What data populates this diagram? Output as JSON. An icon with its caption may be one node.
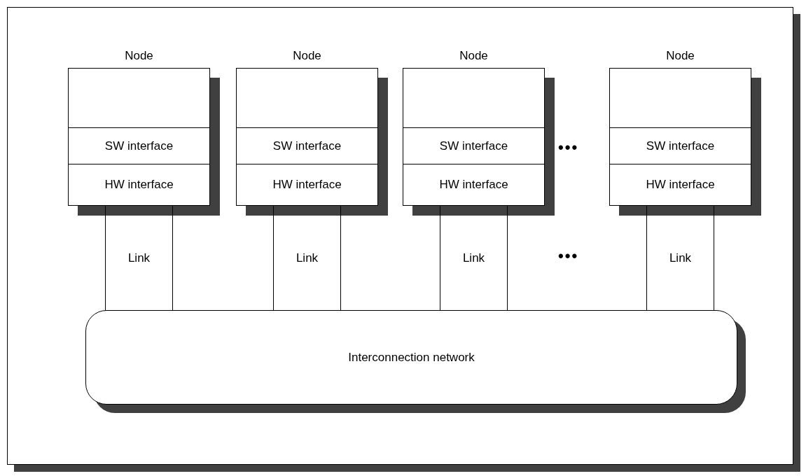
{
  "diagram": {
    "nodes": [
      {
        "text": [
          "Node"
        ]
      },
      {
        "text": [
          "SW interface"
        ],
        "in": 0
      },
      {
        "text": [
          "HW interface"
        ],
        "in": 0
      },
      {
        "text": [
          "Node"
        ]
      },
      {
        "text": [
          "SW interface"
        ],
        "in": 3
      },
      {
        "text": [
          "HW interface"
        ],
        "in": 3
      },
      {
        "text": [
          "Node"
        ]
      },
      {
        "text": [
          "SW interface"
        ],
        "in": 6
      },
      {
        "text": [
          "HW interface"
        ],
        "in": 6
      },
      {
        "text": [
          "Node"
        ]
      },
      {
        "text": [
          "SW interface"
        ],
        "in": 9
      },
      {
        "text": [
          "HW interface"
        ],
        "in": 9
      },
      {
        "text": [
          "Link"
        ]
      },
      {
        "text": [
          "Link"
        ]
      },
      {
        "text": [
          "Link"
        ]
      },
      {
        "text": [
          "Link"
        ]
      },
      {
        "text": [
          "Interconnection network"
        ]
      }
    ],
    "labels": [
      "•••",
      "•••"
    ]
  }
}
